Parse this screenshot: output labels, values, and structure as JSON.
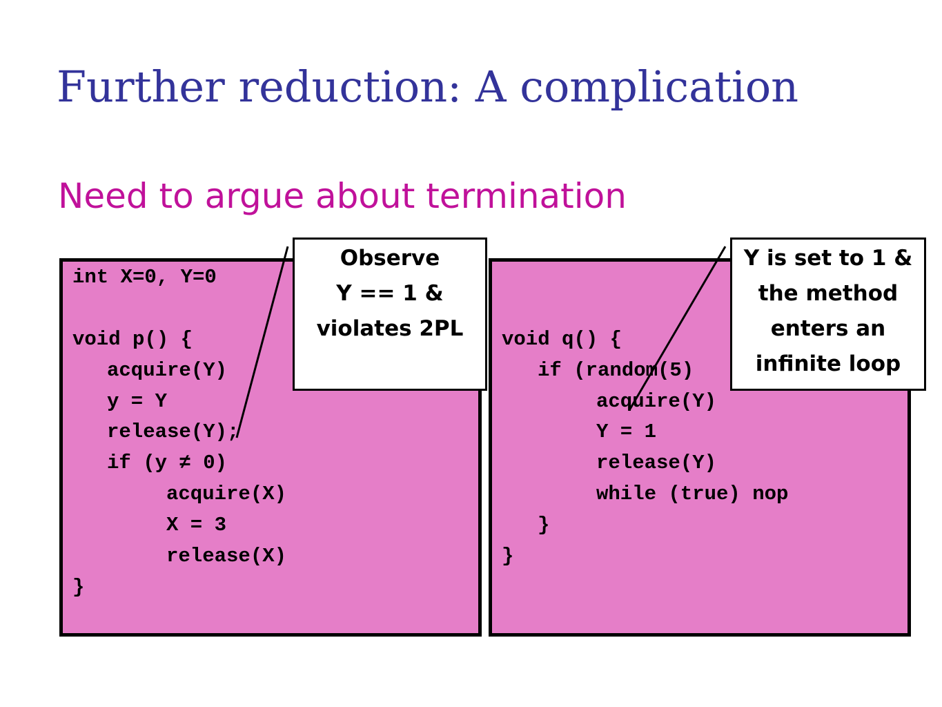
{
  "slide": {
    "title": "Further reduction: A complication",
    "subtitle": "Need to argue about termination"
  },
  "colors": {
    "title": "#33339a",
    "subtitle": "#c0119a",
    "code_box_fill": "#e57ec8"
  },
  "code_p": {
    "lines": [
      "int X=0, Y=0",
      "void p() {",
      "acquire(Y)",
      "y = Y",
      "release(Y);",
      "if (y ≠ 0)",
      "acquire(X)",
      "X = 3",
      "release(X)",
      "}"
    ]
  },
  "code_q": {
    "lines": [
      "void q() {",
      "if (random(5)",
      "acquire(Y)",
      "Y = 1",
      "release(Y)",
      "while (true) nop",
      "}",
      "}"
    ]
  },
  "callouts": {
    "p": [
      "Observe",
      "Y == 1 &",
      "violates 2PL"
    ],
    "q": [
      "Y is set to 1 &",
      "the method",
      "enters an",
      "infinite loop"
    ]
  }
}
